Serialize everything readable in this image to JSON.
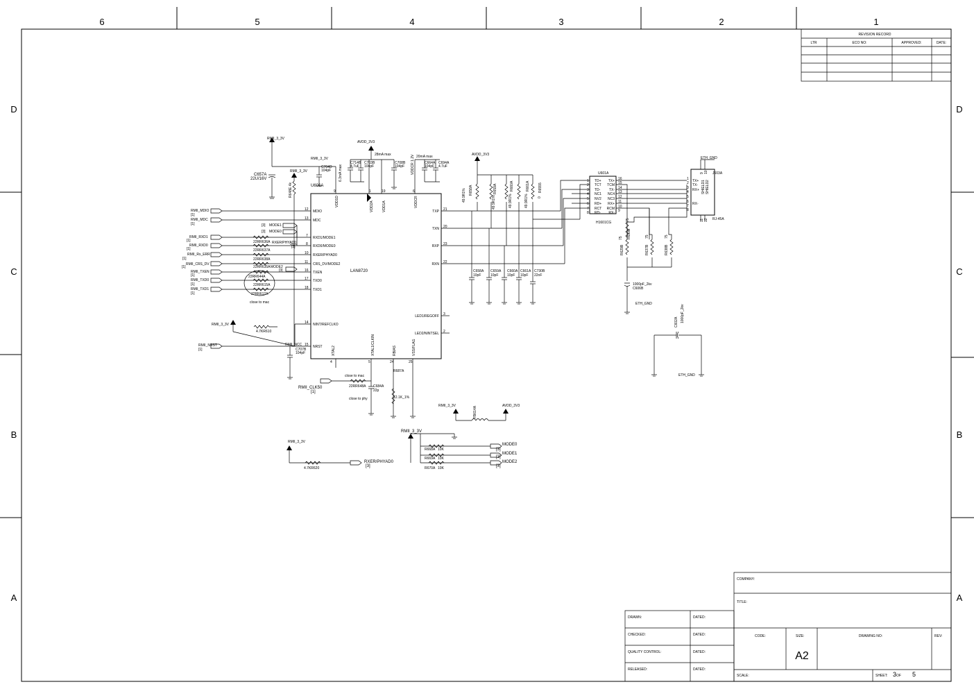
{
  "frame": {
    "columns": [
      "6",
      "5",
      "4",
      "3",
      "2",
      "1"
    ],
    "rows": [
      "D",
      "C",
      "B",
      "A"
    ]
  },
  "revision_record": {
    "title": "REVISION RECORD",
    "headers": [
      "LTR",
      "ECO NO:",
      "APPROVED:",
      "DATE:"
    ]
  },
  "title_block": {
    "company": "COMPANY:",
    "title": "TITLE:",
    "code": "CODE:",
    "size_label": "SIZE:",
    "size_value": "A2",
    "drawing_no": "DRAWING NO:",
    "rev": "REV:",
    "scale": "SCALE:",
    "sheet_label": "SHEET:",
    "sheet_num": "3",
    "sheet_of": "OF",
    "sheet_total": "5",
    "drawn": "DRAWN:",
    "checked": "CHECKED:",
    "quality": "QUALITY CONTROL:",
    "released": "RELEASED:",
    "dated": "DATED:"
  },
  "schematic": {
    "chip_ref": "U606A",
    "chip_name": "LAN8720",
    "left_pins": [
      {
        "num": "12",
        "name": "MDIO"
      },
      {
        "num": "13",
        "name": "MDC"
      },
      {
        "num": "7",
        "name": "RXD1/MODE1"
      },
      {
        "num": "8",
        "name": "RXD0/MODE0"
      },
      {
        "num": "10",
        "name": "RXER/PHYAD0"
      },
      {
        "num": "11",
        "name": "CRS_DV/MODE2"
      },
      {
        "num": "16",
        "name": "TXEN"
      },
      {
        "num": "17",
        "name": "TXD0"
      },
      {
        "num": "18",
        "name": "TXD1"
      },
      {
        "num": "14",
        "name": "NINT/REFCLKO"
      },
      {
        "num": "15",
        "name": "NRST"
      }
    ],
    "right_pins": [
      {
        "num": "21",
        "name": "TXP"
      },
      {
        "num": "20",
        "name": "TXN"
      },
      {
        "num": "23",
        "name": "RXP"
      },
      {
        "num": "22",
        "name": "RXN"
      },
      {
        "num": "3",
        "name": "LED1/REGOFF"
      },
      {
        "num": "2",
        "name": "LED2/NINTSEL"
      }
    ],
    "top_pins": [
      {
        "num": "9",
        "name": "VDD1D"
      },
      {
        "num": "1",
        "name": "VDD2A"
      },
      {
        "num": "19",
        "name": "VDD1A"
      },
      {
        "num": "6",
        "name": "VDDCR"
      }
    ],
    "bottom_pins": [
      {
        "num": "4",
        "name": "XTAL2"
      },
      {
        "num": "5",
        "name": "XTAL1/CLKIN"
      },
      {
        "num": "24",
        "name": "RBIAS"
      },
      {
        "num": "25",
        "name": "VSS/FLAG"
      }
    ],
    "signals": [
      {
        "name": "RMII_MDIO",
        "ref": "[1]"
      },
      {
        "name": "RMII_MDC",
        "ref": "[1]"
      },
      {
        "name": "RMII_RXD1",
        "ref": "[1]"
      },
      {
        "name": "RMII_RXD0",
        "ref": "[1]"
      },
      {
        "name": "RMII_Rx_ERR",
        "ref": "[1]"
      },
      {
        "name": "RMII_CRS_DV",
        "ref": "[1]"
      },
      {
        "name": "RMII_TXEN",
        "ref": "[1]"
      },
      {
        "name": "RMII_TXD0",
        "ref": "[1]"
      },
      {
        "name": "RMII_TXD1",
        "ref": "[1]"
      }
    ],
    "series_resistors": [
      "22RR636A",
      "22RR637A",
      "22RR638A",
      "22RR635A",
      "22RR644A",
      "22RR615A",
      "22RR612A"
    ],
    "mode_labels": {
      "mode1": "MODE1",
      "mode1_ref": "[3]",
      "mode0": "MODE0",
      "mode0_ref": "[3]",
      "rxer": "RXER/PHYAD0",
      "rxer_ref": "[3]",
      "mode2": "MODE2",
      "mode2_ref": "[3]"
    },
    "close_to_mac": "close to mac",
    "close_to_mac2": "close to mac",
    "close_to_phy": "close to phy",
    "power": {
      "rmii_3v3": "RMII_3_3V",
      "avdd_3v3": "AVDD_3V3"
    },
    "c657a": "C657A",
    "c657a_val": "22U/16V",
    "r648e": "R648E 4k",
    "c704d": "C704D",
    "c704d_val": "104pF",
    "c714b": "C714B",
    "c714b_val": "4.7uF",
    "c703b": "C703B",
    "c703b_val": "104pF",
    "c708b": "C708B",
    "c708b_val": "104pF",
    "c664a": "C664A",
    "c664a_val": "104pF",
    "c694a": "C694A",
    "c694a_val": "4.7uF",
    "max28": "28mA max",
    "max20": "20mA max",
    "current_label": "6.3mA max",
    "vddcr_label": "VDDCR 1.2V",
    "pull_r": "4.7KR610",
    "nrst": "RMII_NRST",
    "nrst_ref": "[1]",
    "rmii_ncc": "RMII_NCC",
    "c707b": "C707B",
    "c707b_val": "104pF",
    "clk_sig": "RMII_CLK50",
    "clk_ref": "[1]",
    "r648a": "22RR648A",
    "c684a": "C684A",
    "c684a_val": "22p",
    "r687a": "R687A",
    "r687a_val": "12.1K_1%",
    "ferrite": "FB614A",
    "modes": [
      {
        "res": "R668A",
        "val": "10K",
        "sig": "MODE0",
        "ref": "[3]"
      },
      {
        "res": "R669A",
        "val": "10K",
        "sig": "MODE1",
        "ref": "[3]"
      },
      {
        "res": "R670A",
        "val": "10K",
        "sig": "MODE2",
        "ref": "[3]"
      }
    ],
    "rxer_pull": "4.7KR620",
    "rxer_sig": "RXER/PHYAD0",
    "rxer_sig_ref": "[3]",
    "term_res": [
      {
        "ref": "R658A",
        "val": "49.9R1%"
      },
      {
        "ref": "R659A",
        "val": "49.9R1%"
      },
      {
        "ref": "R660A",
        "val": "49.9R1%"
      },
      {
        "ref": "R661A",
        "val": "49.9R1%"
      }
    ],
    "r6555": "R6555",
    "r6555_val": "0",
    "term_caps": [
      {
        "ref": "C658A",
        "val": "10pF"
      },
      {
        "ref": "C659A",
        "val": "10pF"
      },
      {
        "ref": "C660A",
        "val": "10pF"
      },
      {
        "ref": "C661A",
        "val": "10pF"
      },
      {
        "ref": "C730B",
        "val": "22nF"
      }
    ],
    "magnetics": {
      "ref": "U601A",
      "part": "H1601CG",
      "left": [
        "TD+",
        "TCT",
        "TD-",
        "NC1",
        "NV2",
        "RD+",
        "RCT",
        "RD-"
      ],
      "left_nums": [
        "1",
        "2",
        "3",
        "4",
        "5",
        "6",
        "7",
        "8"
      ],
      "right": [
        "TX+",
        "TCM",
        "TX-",
        "NC4",
        "NC3",
        "RX+",
        "RCM",
        "RX-"
      ],
      "right_nums": [
        "16",
        "15",
        "14",
        "13",
        "12",
        "11",
        "10",
        "9"
      ]
    },
    "bob_res": [
      {
        "ref": "R629B",
        "val": "75"
      },
      {
        "ref": "R630B",
        "val": "75"
      },
      {
        "ref": "R637B",
        "val": "75"
      },
      {
        "ref": "R638B",
        "val": "75"
      }
    ],
    "c606b": "C606B",
    "c606b_val": "1000pF_2kv",
    "eth_gnd": "ETH_GND",
    "c602a": "C602A",
    "c602a_val": "1000pF_2kv",
    "rj45": {
      "ref": "J603A",
      "part": "RJ-45A",
      "pins": [
        "TX+",
        "TX-",
        "RX+",
        "",
        "",
        "RX-"
      ],
      "pin_nums": [
        "1",
        "2",
        "3",
        "4",
        "5",
        "6",
        "7",
        "8"
      ],
      "shield": [
        "SHIELD1",
        "SHIELD2"
      ],
      "top_nums": [
        "9",
        "10"
      ],
      "bot_nums": [
        "11",
        "12"
      ]
    }
  }
}
